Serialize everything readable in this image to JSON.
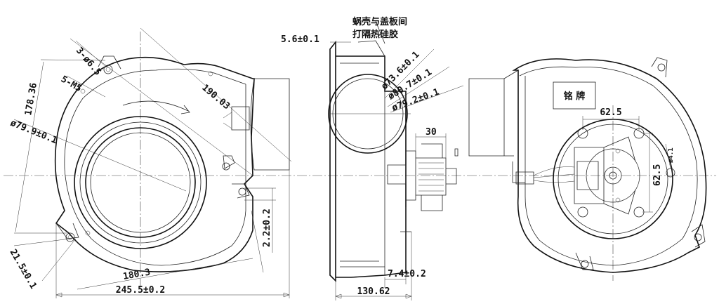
{
  "front_view": {
    "dim_holes": "3-ø6.5",
    "dim_thread": "5-M5",
    "dim_height": "178.36",
    "dim_outlet_dia": "ø79.9±0.1",
    "dim_diagonal": "190.03",
    "dim_offset": "2.2±0.2",
    "dim_bottom_angle": "21.5±0.1",
    "dim_arc": "180.3",
    "dim_width": "245.5±0.2"
  },
  "side_view": {
    "note_line1": "蜗壳与盖板间",
    "note_line2": "打隔热硅胶",
    "dim_flange": "5.6±0.1",
    "dim_dia1": "ø73.6±0.1",
    "dim_dia2": "ø80.7±0.1",
    "dim_dia3": "ø79.2±0.1",
    "dim_motor": "30",
    "dim_plate": "7.4±0.2",
    "dim_depth": "130.62"
  },
  "back_view": {
    "nameplate": "铭 牌",
    "dim_mount_h": "62.5",
    "dim_mount_v": "62.5",
    "dim_small": "ø4.1"
  }
}
